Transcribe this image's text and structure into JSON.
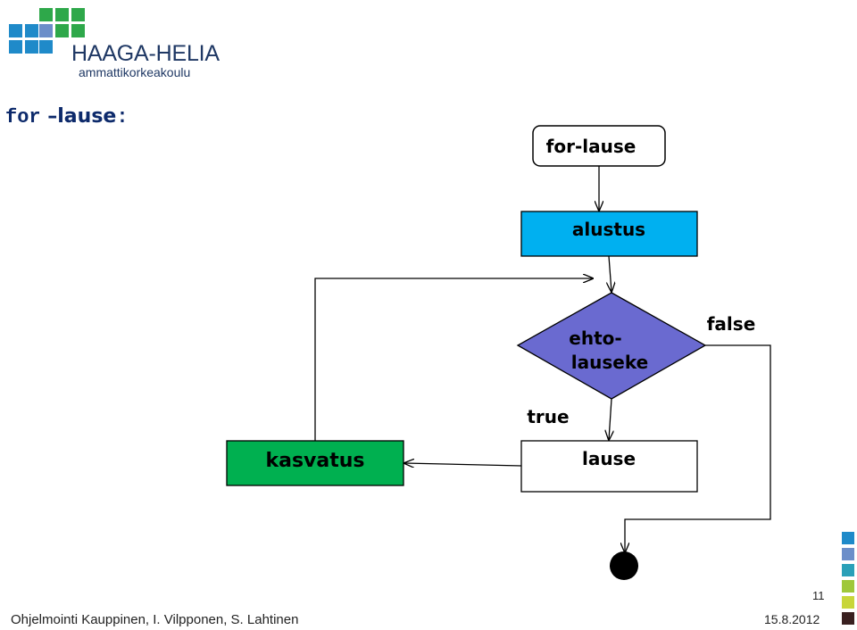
{
  "logo": {
    "name": "HAAGA-HELIA",
    "subtitle": "ammattikorkeakoulu",
    "colors": [
      "#1f8ac9",
      "#2ea84a",
      "#6c8ec9"
    ]
  },
  "heading": {
    "keyword": "for",
    "rest": " –lause",
    "colon": ":"
  },
  "diagram": {
    "start_label": "for-lause",
    "init_label": "alustus",
    "condition_line1": "ehto-",
    "condition_line2": "lauseke",
    "false_label": "false",
    "true_label": "true",
    "body_label": "lause",
    "increment_label": "kasvatus",
    "colors": {
      "init_fill": "#00b0f0",
      "condition_fill": "#6a6ad0",
      "increment_fill": "#00b050"
    }
  },
  "side_squares": [
    "#1f8ac9",
    "#6c8ec9",
    "#2aa0b8",
    "#9fc83a",
    "#c8d63a",
    "#3a2020"
  ],
  "footer": {
    "page_number": "11",
    "authors": "Ohjelmointi Kauppinen, I. Vilpponen, S. Lahtinen",
    "date": "15.8.2012"
  }
}
